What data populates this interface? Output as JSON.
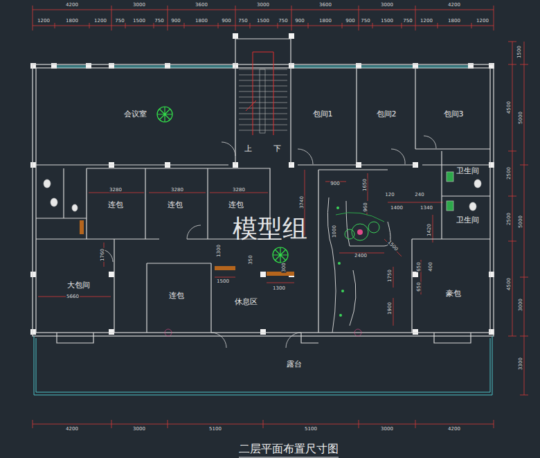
{
  "diagram": {
    "title": "二层平面布置尺寸图",
    "nodes": [
      {
        "text": [
          "会议室"
        ]
      },
      {
        "text": [
          "包间1"
        ]
      },
      {
        "text": [
          "包间2"
        ]
      },
      {
        "text": [
          "包间3"
        ]
      },
      {
        "text": [
          "卫生间"
        ]
      },
      {
        "text": [
          "卫生间"
        ]
      },
      {
        "text": [
          "连包"
        ]
      },
      {
        "text": [
          "连包"
        ]
      },
      {
        "text": [
          "连包"
        ]
      },
      {
        "text": [
          "大包间"
        ]
      },
      {
        "text": [
          "连包"
        ]
      },
      {
        "text": [
          "休息区"
        ]
      },
      {
        "text": [
          "豪包"
        ]
      },
      {
        "text": [
          "露台"
        ]
      }
    ],
    "labels": [
      "模型组",
      "上",
      "下",
      "4200",
      "3000",
      "3600",
      "3000",
      "3600",
      "3000",
      "4200",
      "1200",
      "1800",
      "1200",
      "750",
      "1500",
      "750",
      "900",
      "1800",
      "900",
      "750",
      "1500",
      "750",
      "900",
      "1800",
      "900",
      "750",
      "1500",
      "750",
      "1200",
      "1800",
      "1200",
      "1500",
      "4500",
      "5000",
      "2500",
      "2500",
      "5000",
      "4500",
      "3000",
      "3300",
      "4200",
      "3000",
      "5100",
      "5100",
      "3000",
      "4200",
      "3280",
      "3280",
      "3280",
      "1760",
      "5660",
      "1300",
      "350",
      "1500",
      "1300",
      "300",
      "3740",
      "900",
      "1650",
      "960",
      "120",
      "240",
      "1400",
      "1340",
      "1420",
      "2400",
      "1500",
      "1750",
      "650",
      "400",
      "650",
      "1900",
      "1000"
    ]
  }
}
